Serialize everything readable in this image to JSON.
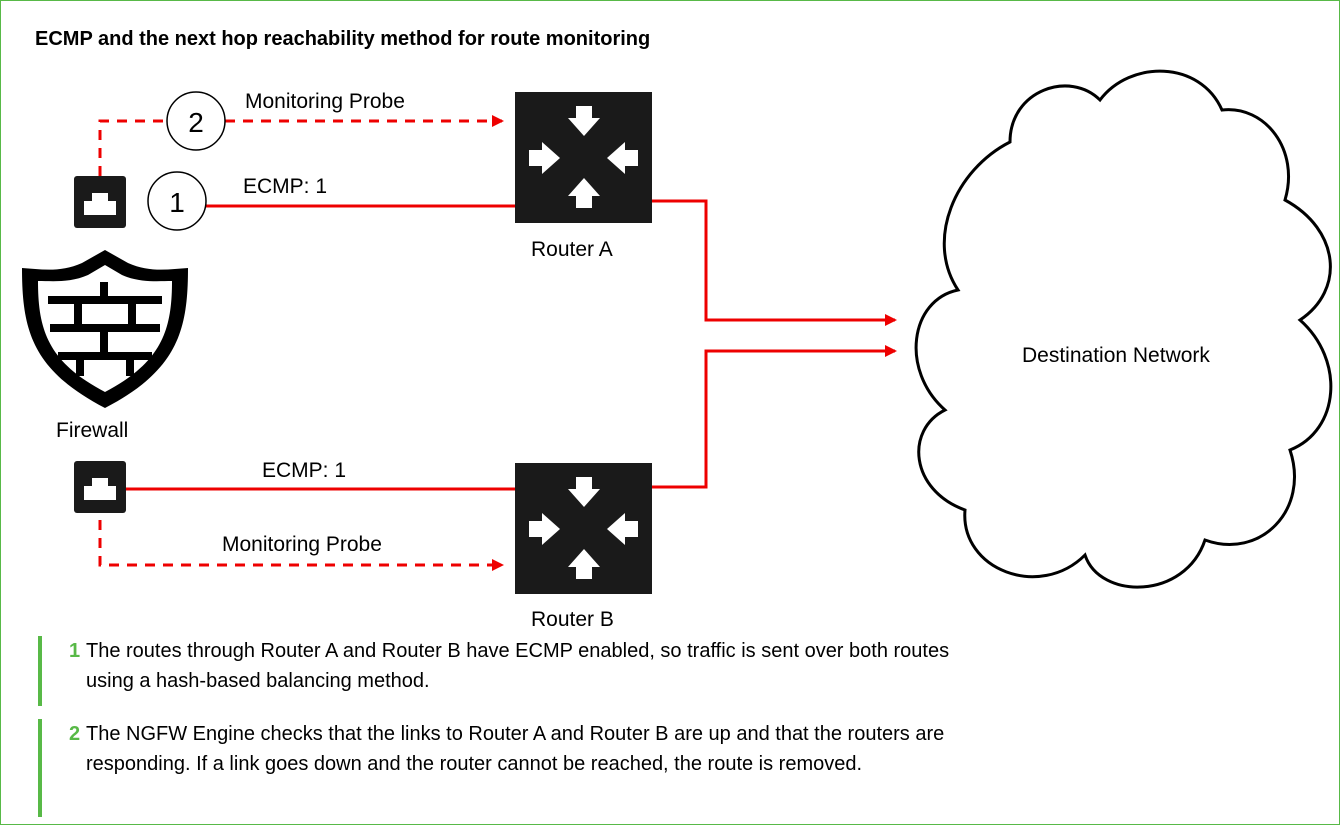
{
  "title": "ECMP and the next hop reachability method for route monitoring",
  "diagram": {
    "firewall_label": "Firewall",
    "router_a_label": "Router A",
    "router_b_label": "Router B",
    "destination_label": "Destination Network",
    "probe_top_label": "Monitoring Probe",
    "probe_bottom_label": "Monitoring Probe",
    "ecmp_top_label": "ECMP: 1",
    "ecmp_bottom_label": "ECMP: 1",
    "callout_1": "1",
    "callout_2": "2",
    "colors": {
      "link": "#ee0000",
      "accent": "#58b947",
      "node": "#1a1a1a"
    }
  },
  "notes": [
    {
      "number": "1",
      "line1": "The routes through Router A and Router B have ECMP enabled, so traffic is sent over both routes",
      "line2": "using a hash-based balancing method."
    },
    {
      "number": "2",
      "line1": "The NGFW Engine checks that the links to Router A and Router B are up and that the routers are",
      "line2": "responding. If a link goes down and the router cannot be reached, the route is removed."
    }
  ]
}
